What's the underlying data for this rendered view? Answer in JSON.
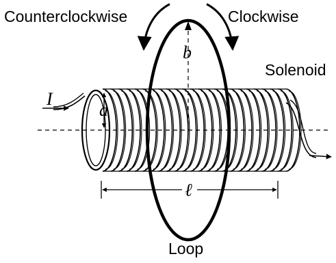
{
  "labels": {
    "counterclockwise": "Counterclockwise",
    "clockwise": "Clockwise",
    "solenoid": "Solenoid",
    "loop": "Loop",
    "current": "I",
    "radius_a": "a",
    "radius_b": "b",
    "length": "ℓ"
  },
  "colors": {
    "ink": "#000000",
    "background": "#ffffff"
  },
  "coil": {
    "turns": 24
  }
}
